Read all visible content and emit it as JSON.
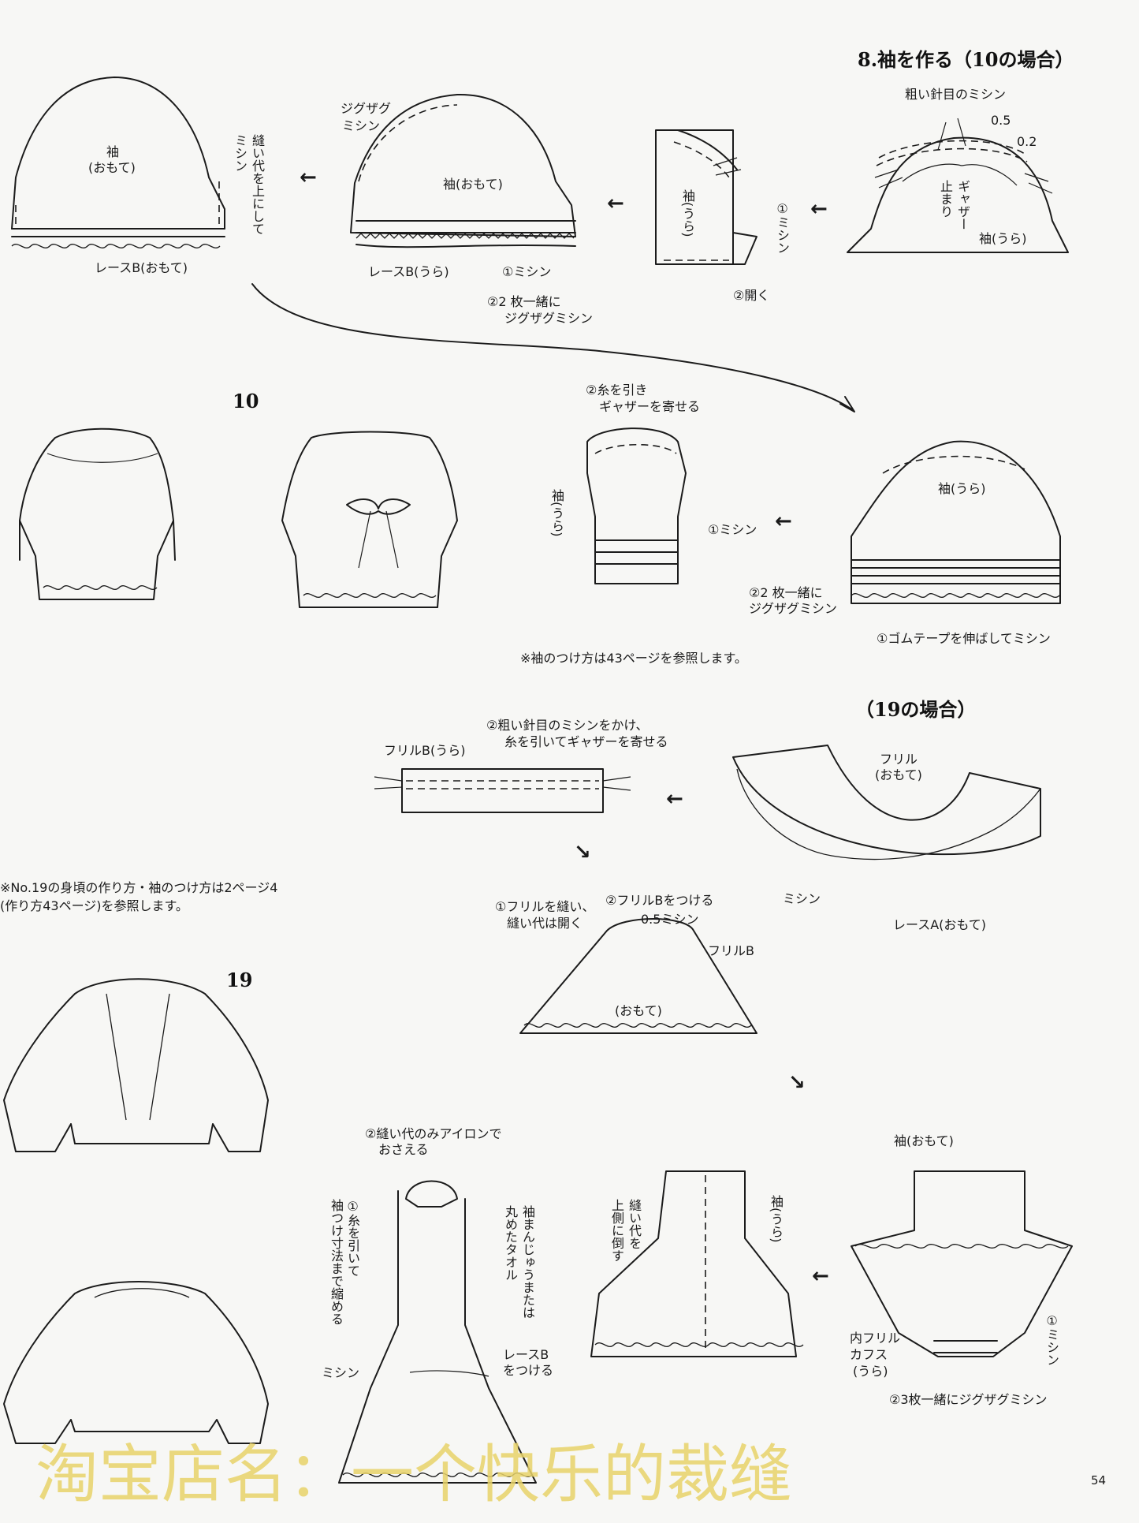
{
  "section": {
    "heading_step8": "8.袖を作る（10の場合）",
    "heading_19": "（19の場合）",
    "label_10": "10",
    "label_19": "19",
    "page_number": "54"
  },
  "step8": {
    "coarse_stitch": "粗い針目のミシン",
    "m05": "0.5",
    "m02": "0.2",
    "gather": "ギャザー",
    "gather_stop": "止まり",
    "sleeve_back_a": "袖(うら)",
    "sew1": "①ミシン",
    "open2": "②開く",
    "sleeve_back_v": "袖(うら)",
    "zigzag": "ジグザグ",
    "mishin": "ミシン",
    "sleeve_front_b": "袖(おもて)",
    "lace_b_back": "レースB(うら)",
    "sew1_b": "①ミシン",
    "zigzag_together_a": "②2 枚一緒に",
    "zigzag_together_b": "ジグザグミシン",
    "sleeve_front_c1": "袖",
    "sleeve_front_c2": "(おもて)",
    "seam_up": "縫い代を上にして",
    "mishin_c": "ミシン",
    "lace_b_front": "レースB(おもて)"
  },
  "step10": {
    "pull_thread_a": "②糸を引き",
    "pull_thread_b": "ギャザーを寄せる",
    "sleeve_back": "袖(うら)",
    "sew1": "①ミシン",
    "sleeve_back_2": "袖(うら)",
    "zigzag_together_a": "②2 枚一緒に",
    "zigzag_together_b": "ジグザグミシン",
    "elastic": "①ゴムテープを伸ばしてミシン",
    "ref_note": "※袖のつけ方は43ページを参照します。"
  },
  "step19": {
    "coarse_gather_a": "②粗い針目のミシンをかけ、",
    "coarse_gather_b": "糸を引いてギャザーを寄せる",
    "frill_b_back": "フリルB(うら)",
    "frill_front_a": "フリル",
    "frill_front_b": "(おもて)",
    "mishin": "ミシン",
    "lace_a_front": "レースA(おもて)",
    "body_note_a": "※No.19の身頃の作り方・袖のつけ方は2ページ4",
    "body_note_b": "(作り方43ページ)を参照します。",
    "sew_frill_a": "①フリルを縫い、",
    "sew_frill_b": "縫い代は開く",
    "attach_frill_b": "②フリルBをつける",
    "m05_sew": "0.5ミシン",
    "frill_b": "フリルB",
    "front": "(おもて)",
    "sleeve_front": "袖(おもて)",
    "inner_frill_a": "内フリル",
    "inner_frill_b": "カフス",
    "inner_frill_c": "(うら)",
    "sew1": "①ミシン",
    "zigzag3": "②3枚一緒にジグザグミシン",
    "seam_fold_a": "縫い代を",
    "seam_fold_b": "上側に倒す",
    "sleeve_back": "袖(うら)",
    "iron_a": "②縫い代のみアイロンで",
    "iron_b": "おさえる",
    "pull_thread_v1": "①糸を引いて",
    "pull_thread_v2": "袖つけ寸法まで縮める",
    "towel_v1": "袖まんじゅうまたは",
    "towel_v2": "丸めたタオル",
    "lace_b_a": "レースB",
    "lace_b_b": "をつける",
    "mishin_2": "ミシン"
  },
  "watermark": "淘宝店名：一个快乐的裁缝"
}
